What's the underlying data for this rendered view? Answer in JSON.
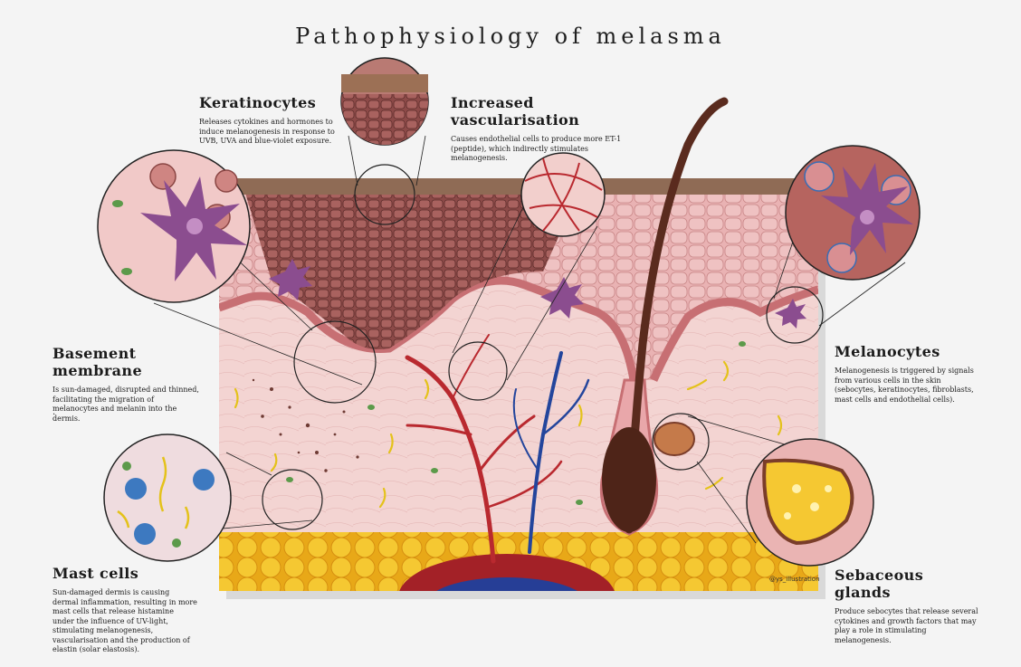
{
  "title": "Pathophysiology of melasma",
  "labels": {
    "keratinocytes": {
      "heading": "Keratinocytes",
      "text": "Releases cytokines and hormones to induce melanogenesis in response to UVB, UVA and blue-violet exposure."
    },
    "vascularisation": {
      "heading": "Increased vascularisation",
      "text": "Causes endothelial cells to produce more ET-1 (peptide), which indirectly stimulates melanogenesis."
    },
    "basement_membrane": {
      "heading": "Basement membrane",
      "text": "Is sun-damaged, disrupted and thinned, facilitating the migration of melanocytes and melanin into the dermis."
    },
    "melanocytes": {
      "heading": "Melanocytes",
      "text": "Melanogenesis is triggered by signals from various cells in the skin (sebocytes, keratinocytes, fibroblasts, mast cells and endothelial cells)."
    },
    "mast_cells": {
      "heading": "Mast cells",
      "text": "Sun-damaged dermis is causing dermal inflammation, resulting in more mast cells that release histamine under the influence of UV-light, stimulating melanogenesis, vascularisation and the production of elastin (solar elastosis)."
    },
    "sebaceous": {
      "heading": "Sebaceous glands",
      "text": "Produce sebocytes that release several cytokines and growth factors that may play a role in stimulating melanogenesis."
    }
  },
  "stray_mark": ".",
  "signature": "@ys_illustration",
  "colors": {
    "epidermis": "#d98f92",
    "pigment": "#7a3b3b",
    "dermis": "#f3d2d0",
    "fat": "#f2c12e",
    "artery": "#b9292f",
    "vein": "#23459c",
    "melanocyte": "#8b4d8f",
    "hair": "#5a2b1e"
  }
}
